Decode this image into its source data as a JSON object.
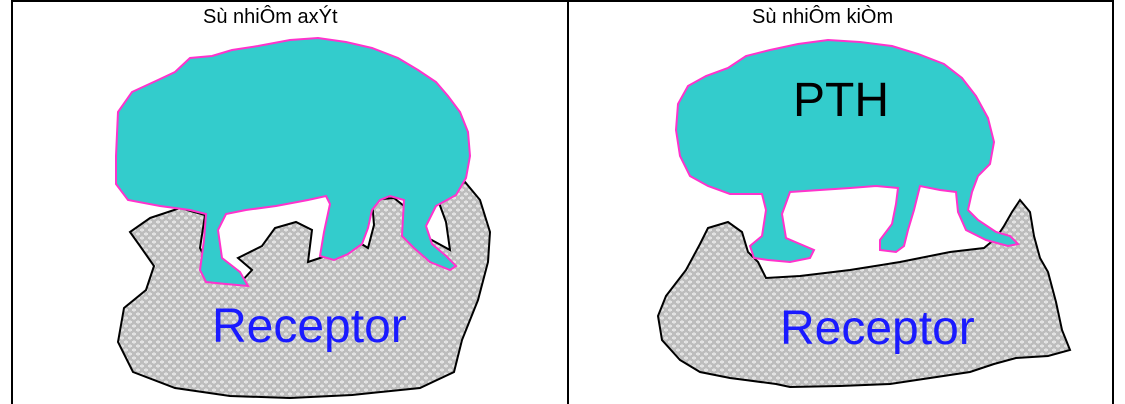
{
  "panels": [
    {
      "title": "Sù nhiÔm axÝt",
      "receptor_label": "Receptor"
    },
    {
      "title": "Sù nhiÔm kiÒm",
      "hormone_label": "PTH",
      "receptor_label": "Receptor"
    }
  ],
  "colors": {
    "hormone_fill": "#33cccc",
    "hormone_outline": "#ff33cc",
    "receptor_fill": "#c8c8c8",
    "receptor_label": "#1a1aff",
    "border": "#000000"
  }
}
